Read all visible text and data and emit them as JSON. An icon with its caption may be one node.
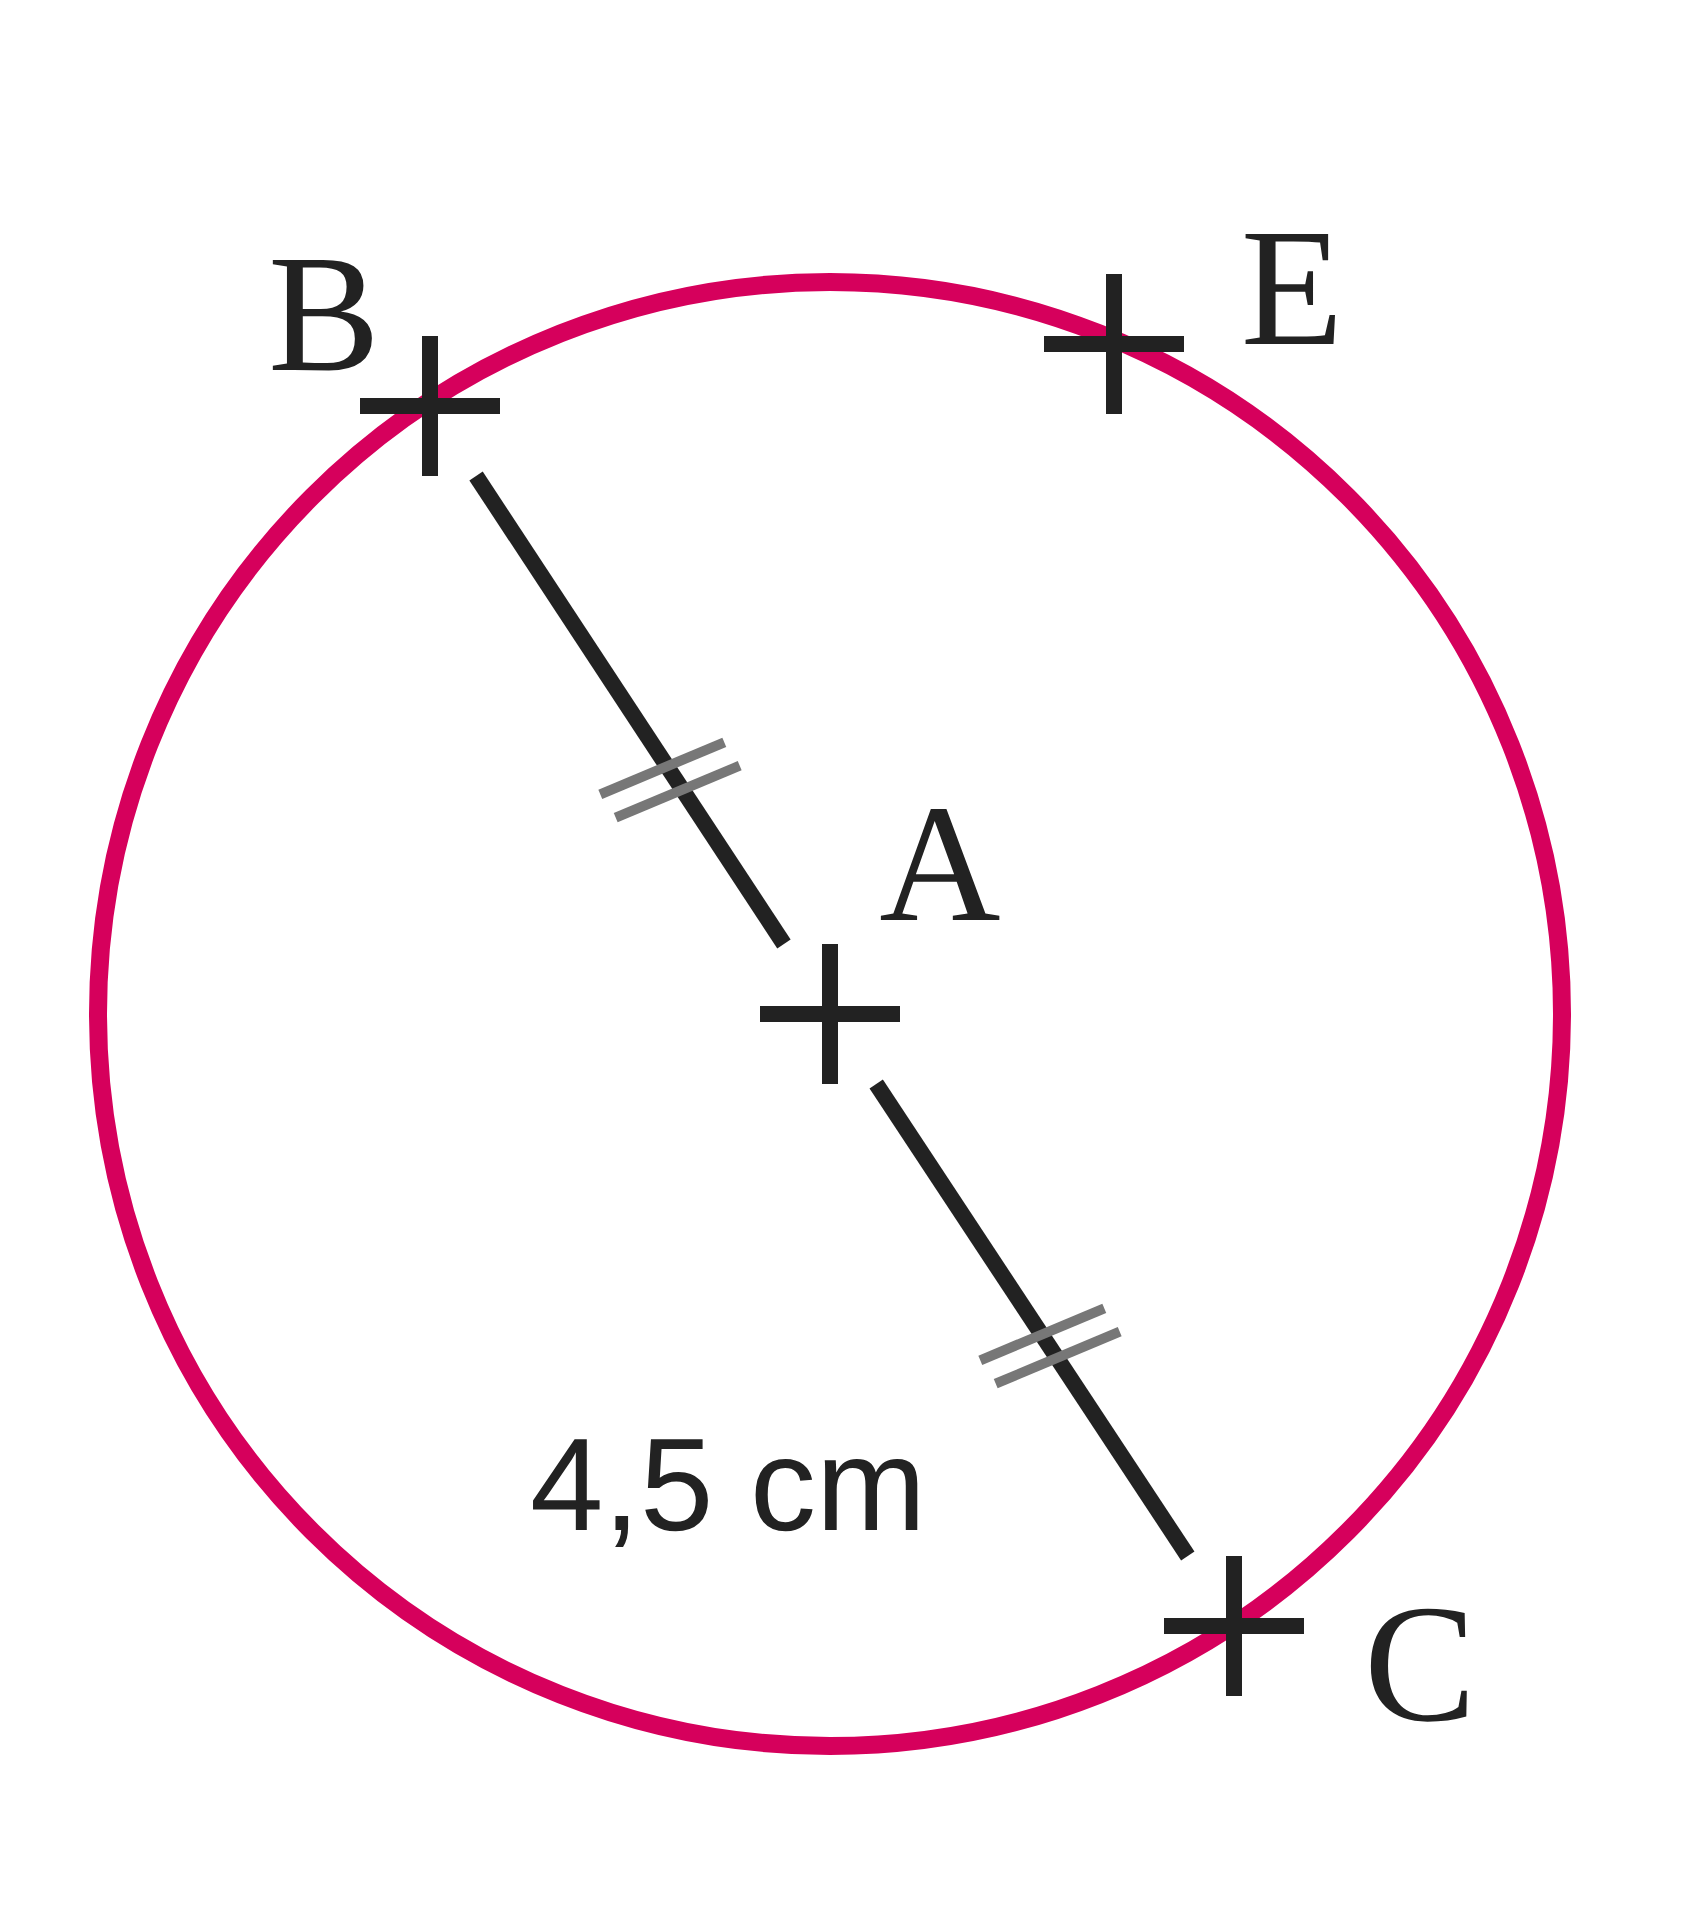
{
  "diagram": {
    "nodes": [
      {
        "text": [],
        "shape": "cross",
        "beside": [
          "B"
        ]
      },
      {
        "text": [],
        "shape": "cross",
        "beside": [
          "E"
        ]
      },
      {
        "text": [],
        "shape": "cross",
        "beside": [
          "A"
        ]
      },
      {
        "text": [],
        "shape": "cross",
        "beside": [
          "C"
        ]
      }
    ],
    "edges": [
      {
        "from": 0,
        "to": 2,
        "arrow": "none"
      },
      {
        "from": 2,
        "to": 3,
        "arrow": "none"
      }
    ],
    "labels": [
      "4,5 cm"
    ]
  }
}
